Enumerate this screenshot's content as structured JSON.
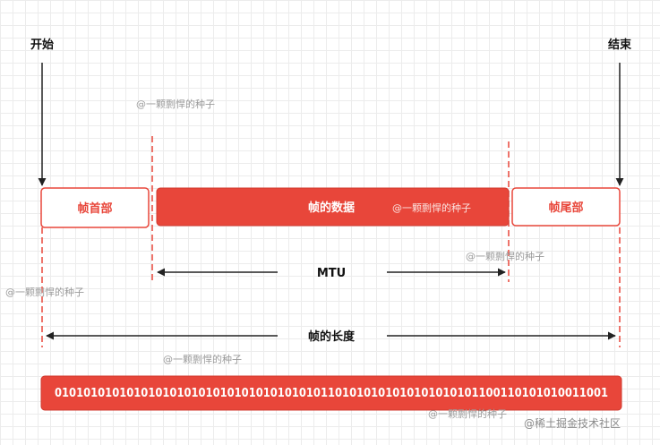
{
  "labels": {
    "start": "开始",
    "end": "结束",
    "mtu": "MTU",
    "frame_length": "帧的长度"
  },
  "boxes": {
    "header": "帧首部",
    "data": "帧的数据",
    "trailer": "帧尾部",
    "bits": "01010101010101010101010101010101010101101010101010101010101100110101010011001"
  },
  "watermarks": {
    "author": "@一颗剽悍的种子",
    "site": "@稀土掘金技术社区"
  },
  "colors": {
    "accent": "#e8463a",
    "accent_border": "#d13a2f",
    "arrow": "#222222"
  }
}
